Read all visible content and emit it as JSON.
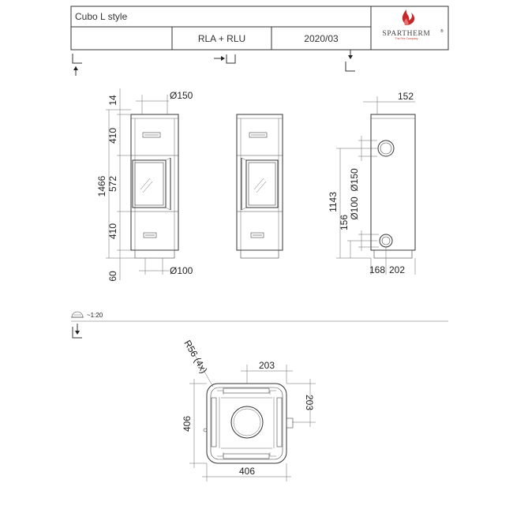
{
  "title_block": {
    "product": "Cubo L style",
    "variant": "RLA + RLU",
    "date": "2020/03",
    "brand": "SPARTHERM",
    "registered_mark": "®",
    "tagline": "The Fire Company"
  },
  "view_symbols": [
    "front-view-symbol",
    "side-view-symbol",
    "rear-view-symbol",
    "top-view-symbol"
  ],
  "scale_label": "~1:20",
  "front_view": {
    "top_margin": "14",
    "flue_top": "Ø150",
    "upper_section": "410",
    "door_section": "572",
    "lower_section": "410",
    "total_height": "1466",
    "plinth": "60",
    "air_bottom": "Ø100"
  },
  "rear_view": {
    "flue_offset": "152",
    "flue_height": "1143",
    "flue_rear": "Ø150",
    "air_height": "156",
    "air_rear": "Ø100",
    "left_offset": "168",
    "right_offset": "202"
  },
  "top_view": {
    "radius": "R56 (4x)",
    "half_width": "203",
    "half_depth": "203",
    "depth": "406",
    "width": "406"
  }
}
